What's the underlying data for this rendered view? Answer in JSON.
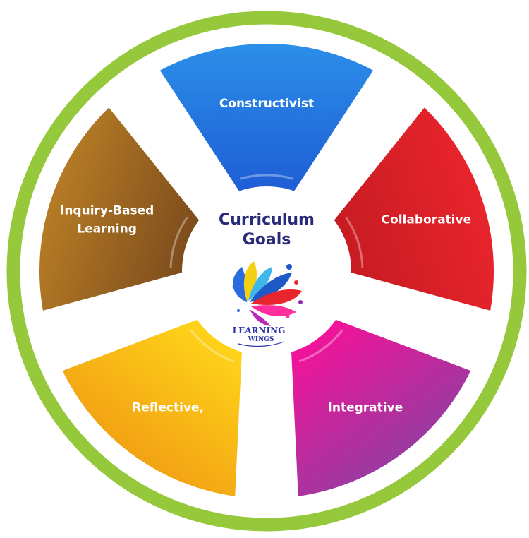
{
  "center": {
    "title_line1": "Curriculum",
    "title_line2": "Goals"
  },
  "brand": {
    "line1": "LEARNING",
    "line2": "WINGS"
  },
  "segments": [
    {
      "id": "constructivist",
      "label_lines": [
        "Constructivist"
      ],
      "color_top": "#2b8fe8",
      "color_bottom": "#1f5fd6"
    },
    {
      "id": "collaborative",
      "label_lines": [
        "Collaborative"
      ],
      "color_top": "#e8242c",
      "color_bottom": "#c81c22"
    },
    {
      "id": "integrative",
      "label_lines": [
        "Integrative"
      ],
      "color_top": "#9b3aa0",
      "color_bottom": "#f0149a"
    },
    {
      "id": "reflective",
      "label_lines": [
        "Reflective,"
      ],
      "color_top": "#f2a313",
      "color_bottom": "#ffd21a"
    },
    {
      "id": "inquiry-based-learning",
      "label_lines": [
        "Inquiry-Based",
        "Learning"
      ],
      "color_top": "#b57b25",
      "color_bottom": "#7f4e1d"
    }
  ],
  "colors": {
    "ring": "#95c83b",
    "title": "#2a2a7a",
    "brand": "#2b35a8"
  }
}
